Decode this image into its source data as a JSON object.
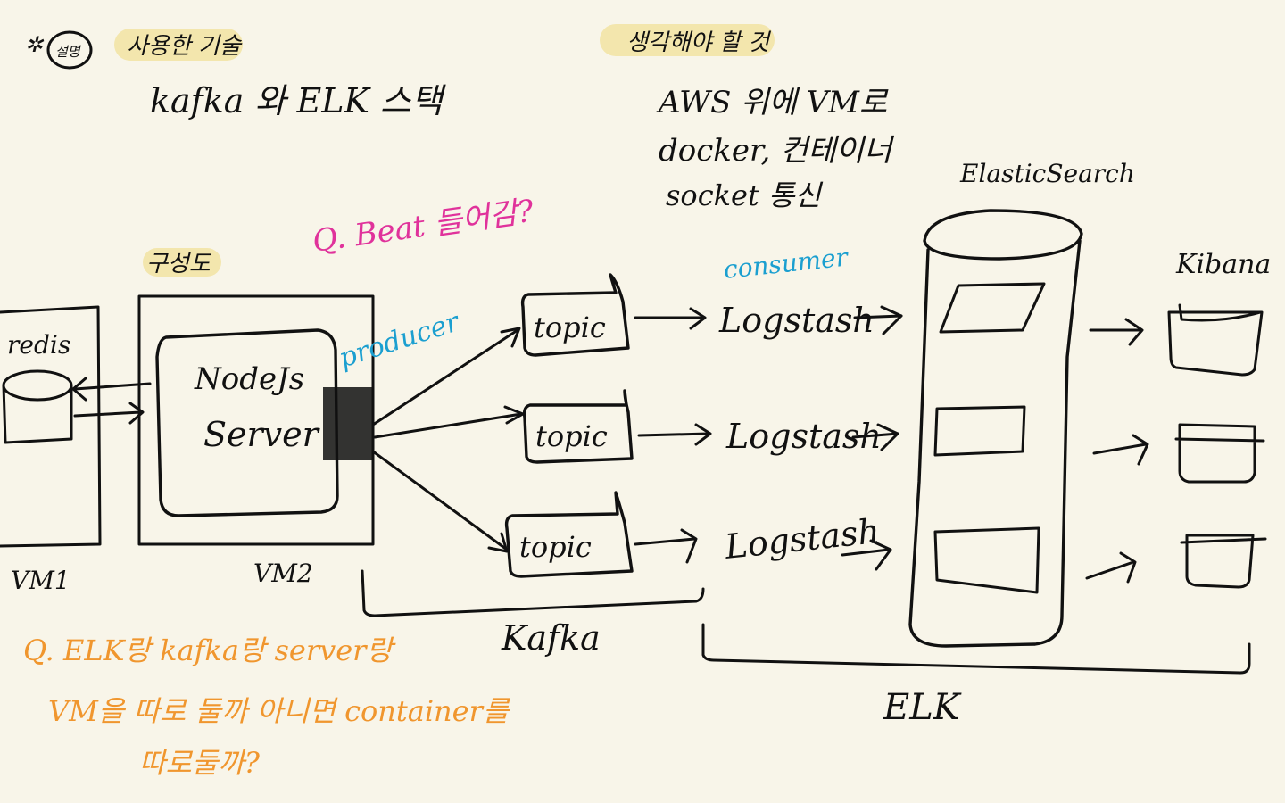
{
  "notes": {
    "star_mark": "✲",
    "circled_label": "설명",
    "tech_heading": "사용한 기술",
    "tech_line": "kafka 와 ELK 스택",
    "think_heading": "생각해야 할 것",
    "think_items": [
      "AWS 위에 VM로",
      "docker, 컨테이너",
      "socket 통신"
    ],
    "config_heading": "구성도",
    "question_beat": "Q. Beat 들어감?",
    "question_vm_1": "Q. ELK랑 kafka랑 server랑",
    "question_vm_2": "VM을 따로 둘까 아니면 container를",
    "question_vm_3": "따로둘까?"
  },
  "diagram": {
    "vm1": {
      "label": "VM1",
      "redis_label": "redis"
    },
    "vm2": {
      "label": "VM2",
      "server_line1": "NodeJs",
      "server_line2": "Server"
    },
    "producer_label": "producer",
    "consumer_label": "consumer",
    "topics": [
      "topic",
      "topic",
      "topic"
    ],
    "logstash": [
      "Logstash",
      "Logstash",
      "Logstash"
    ],
    "kafka_label": "Kafka",
    "elasticsearch_label": "ElasticSearch",
    "kibana_label": "Kibana",
    "elk_label": "ELK"
  },
  "colors": {
    "background": "#f8f5e9",
    "ink": "#111111",
    "highlight": "#f3e6ad",
    "magenta": "#e0329b",
    "cyan": "#1b9fd0",
    "orange": "#f0962e"
  }
}
